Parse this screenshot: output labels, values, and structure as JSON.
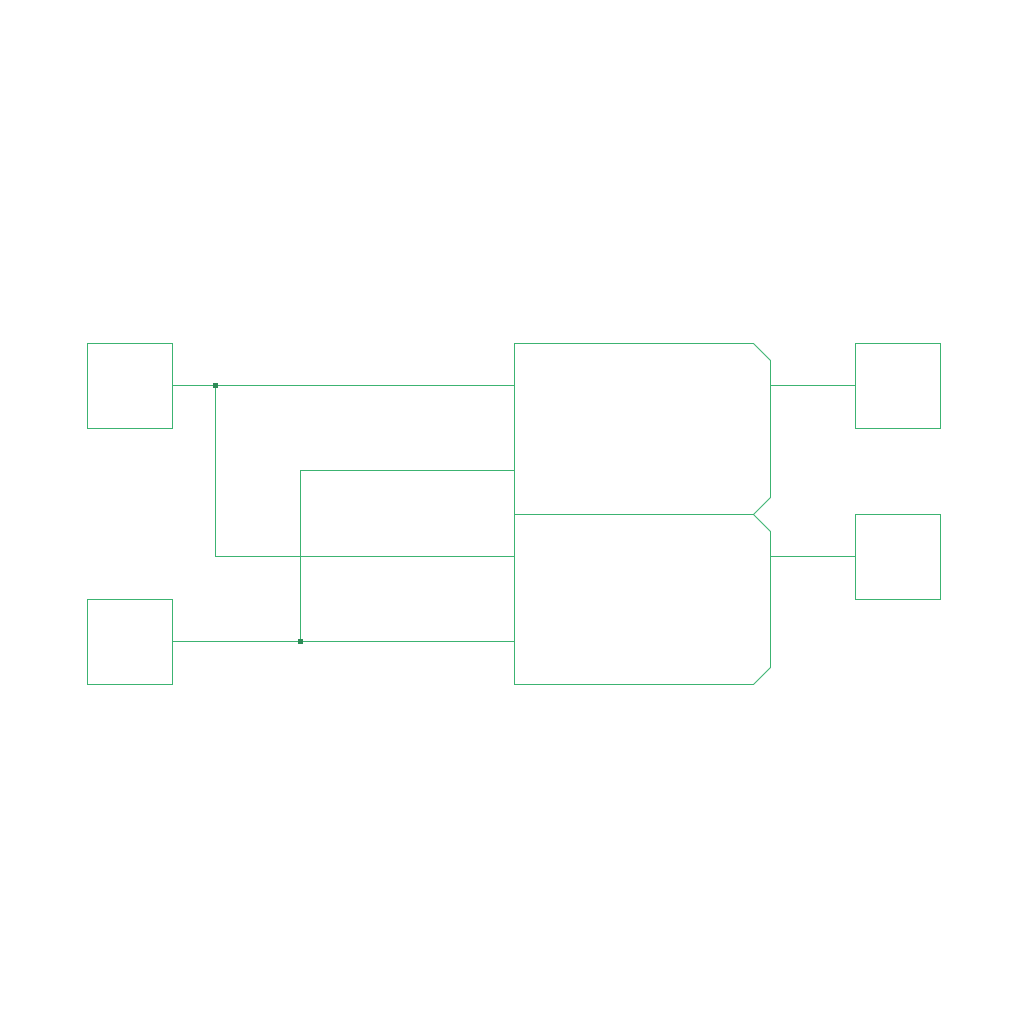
{
  "diagram": {
    "stroke_color": "#3cb371",
    "junction_color": "#2e8b57",
    "background_color": "#ffffff",
    "components": [
      {
        "name": "input-box-top",
        "kind": "terminal"
      },
      {
        "name": "input-box-bottom",
        "kind": "terminal"
      },
      {
        "name": "output-box-top",
        "kind": "terminal"
      },
      {
        "name": "output-box-bottom",
        "kind": "terminal"
      },
      {
        "name": "block-upper",
        "kind": "logic-block"
      },
      {
        "name": "block-lower",
        "kind": "logic-block"
      }
    ],
    "labels": []
  }
}
